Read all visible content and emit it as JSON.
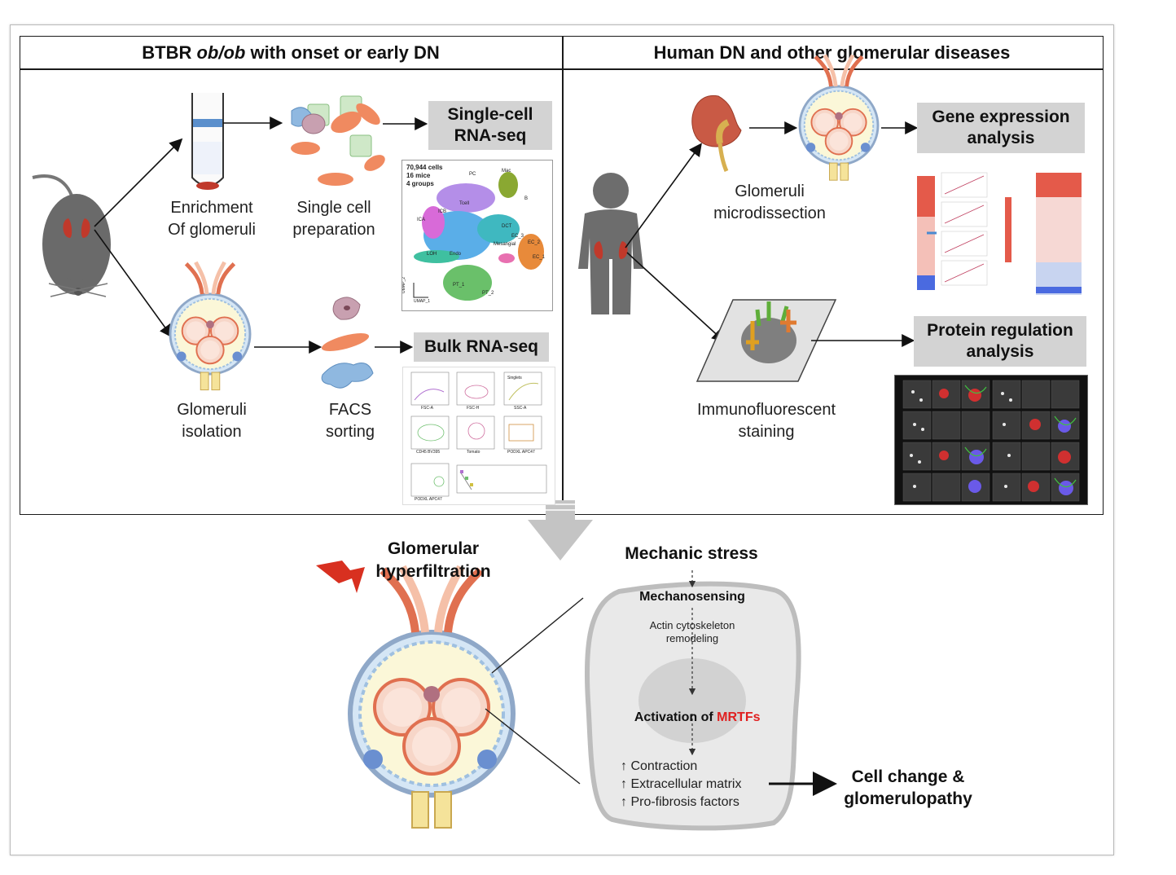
{
  "headers": {
    "left_pre": "BTBR ",
    "left_italic": "ob/ob",
    "left_post": " with onset or early DN",
    "right": "Human DN and other glomerular diseases"
  },
  "left_panel": {
    "enrichment_label": "Enrichment\nOf glomeruli",
    "single_cell_prep_label": "Single cell\npreparation",
    "scrnaseq_box": "Single-cell\nRNA-seq",
    "glomeruli_isolation_label": "Glomeruli\nisolation",
    "facs_label": "FACS\nsorting",
    "bulk_box": "Bulk RNA-seq",
    "umap": {
      "stats": "70,944 cells\n16 mice\n4 groups",
      "cluster_labels": [
        "PC",
        "Mac",
        "B",
        "Tcell",
        "ICA",
        "ICB",
        "DCT",
        "EC_1",
        "EC_2",
        "EC_3",
        "LOH",
        "Mesangial",
        "PT_1",
        "PT_2",
        "Endo"
      ],
      "axis_y": "UMAP_2",
      "axis_x": "UMAP_1"
    },
    "facs_axes": [
      "FSC-A",
      "FSC-H",
      "SSC-A",
      "Singlets",
      "CD45 BV395",
      "Tomato",
      "PODXL APC47",
      "PODXL APC47"
    ]
  },
  "right_panel": {
    "microdissection_label": "Glomeruli\nmicrodissection",
    "gene_box": "Gene expression\nanalysis",
    "if_label": "Immunofluorescent\nstaining",
    "protein_box": "Protein regulation\nanalysis"
  },
  "bottom": {
    "hyper_label": "Glomerular\nhyperfiltration",
    "mechanic_stress": "Mechanic stress",
    "mechanosensing": "Mechanosensing",
    "actin": "Actin cytoskeleton\nremodeling",
    "activation_pre": "Activation of ",
    "activation_highlight": "MRTFs",
    "effects": [
      "↑ Contraction",
      "↑ Extracellular matrix",
      "↑ Pro-fibrosis factors"
    ],
    "outcome": "Cell change &\nglomerulopathy"
  },
  "colors": {
    "highlight_red": "#e02020",
    "box_gray": "#d3d3d3",
    "arrow_gray": "#c4c4c4",
    "kidney_red": "#c0392b",
    "salmon": "#f0a080",
    "blue_cell": "#8fb8e0",
    "human_gray": "#6d6d6d"
  }
}
